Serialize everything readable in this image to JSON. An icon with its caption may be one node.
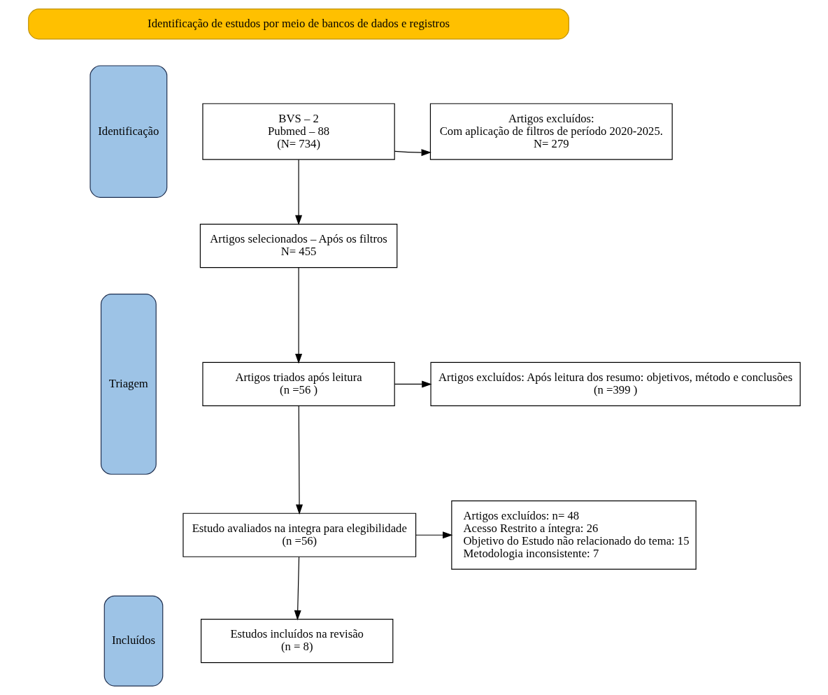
{
  "diagram": {
    "nodes": [
      {
        "text": [
          "Identificação de estudos por meio de bancos de dados e registros"
        ]
      },
      {
        "text": [
          "Identificação"
        ]
      },
      {
        "text": [
          "Triagem"
        ]
      },
      {
        "text": [
          "Incluídos"
        ]
      },
      {
        "text": [
          "BVS – 2",
          "Pubmed – 88",
          "(N= 734)"
        ]
      },
      {
        "text": [
          "Artigos excluídos:",
          "Com aplicação de filtros de período 2020-2025.",
          "N= 279"
        ]
      },
      {
        "text": [
          "Artigos selecionados – Após os filtros",
          "N= 455"
        ]
      },
      {
        "text": [
          "Artigos triados após leitura",
          "(n =56 )"
        ]
      },
      {
        "text": [
          "Artigos excluídos: Após leitura dos resumo: objetivos, método e conclusões",
          "(n =399 )"
        ]
      },
      {
        "text": [
          "Estudo avaliados na integra para elegibilidade",
          "(n =56)"
        ]
      },
      {
        "text": [
          "Artigos excluídos: n= 48",
          "Acesso Restrito a íntegra: 26",
          "Objetivo do Estudo não relacionado do tema: 15",
          "Metodologia inconsistente: 7"
        ]
      },
      {
        "text": [
          "Estudos incluídos na revisão",
          "(n = 8)"
        ]
      }
    ],
    "edges": [
      {
        "from": 4,
        "to": 5,
        "arrow": "to"
      },
      {
        "from": 4,
        "to": 6,
        "arrow": "to"
      },
      {
        "from": 6,
        "to": 7,
        "arrow": "to"
      },
      {
        "from": 7,
        "to": 8,
        "arrow": "to"
      },
      {
        "from": 7,
        "to": 9,
        "arrow": "to"
      },
      {
        "from": 9,
        "to": 10,
        "arrow": "to"
      },
      {
        "from": 9,
        "to": 11,
        "arrow": "to"
      }
    ]
  }
}
